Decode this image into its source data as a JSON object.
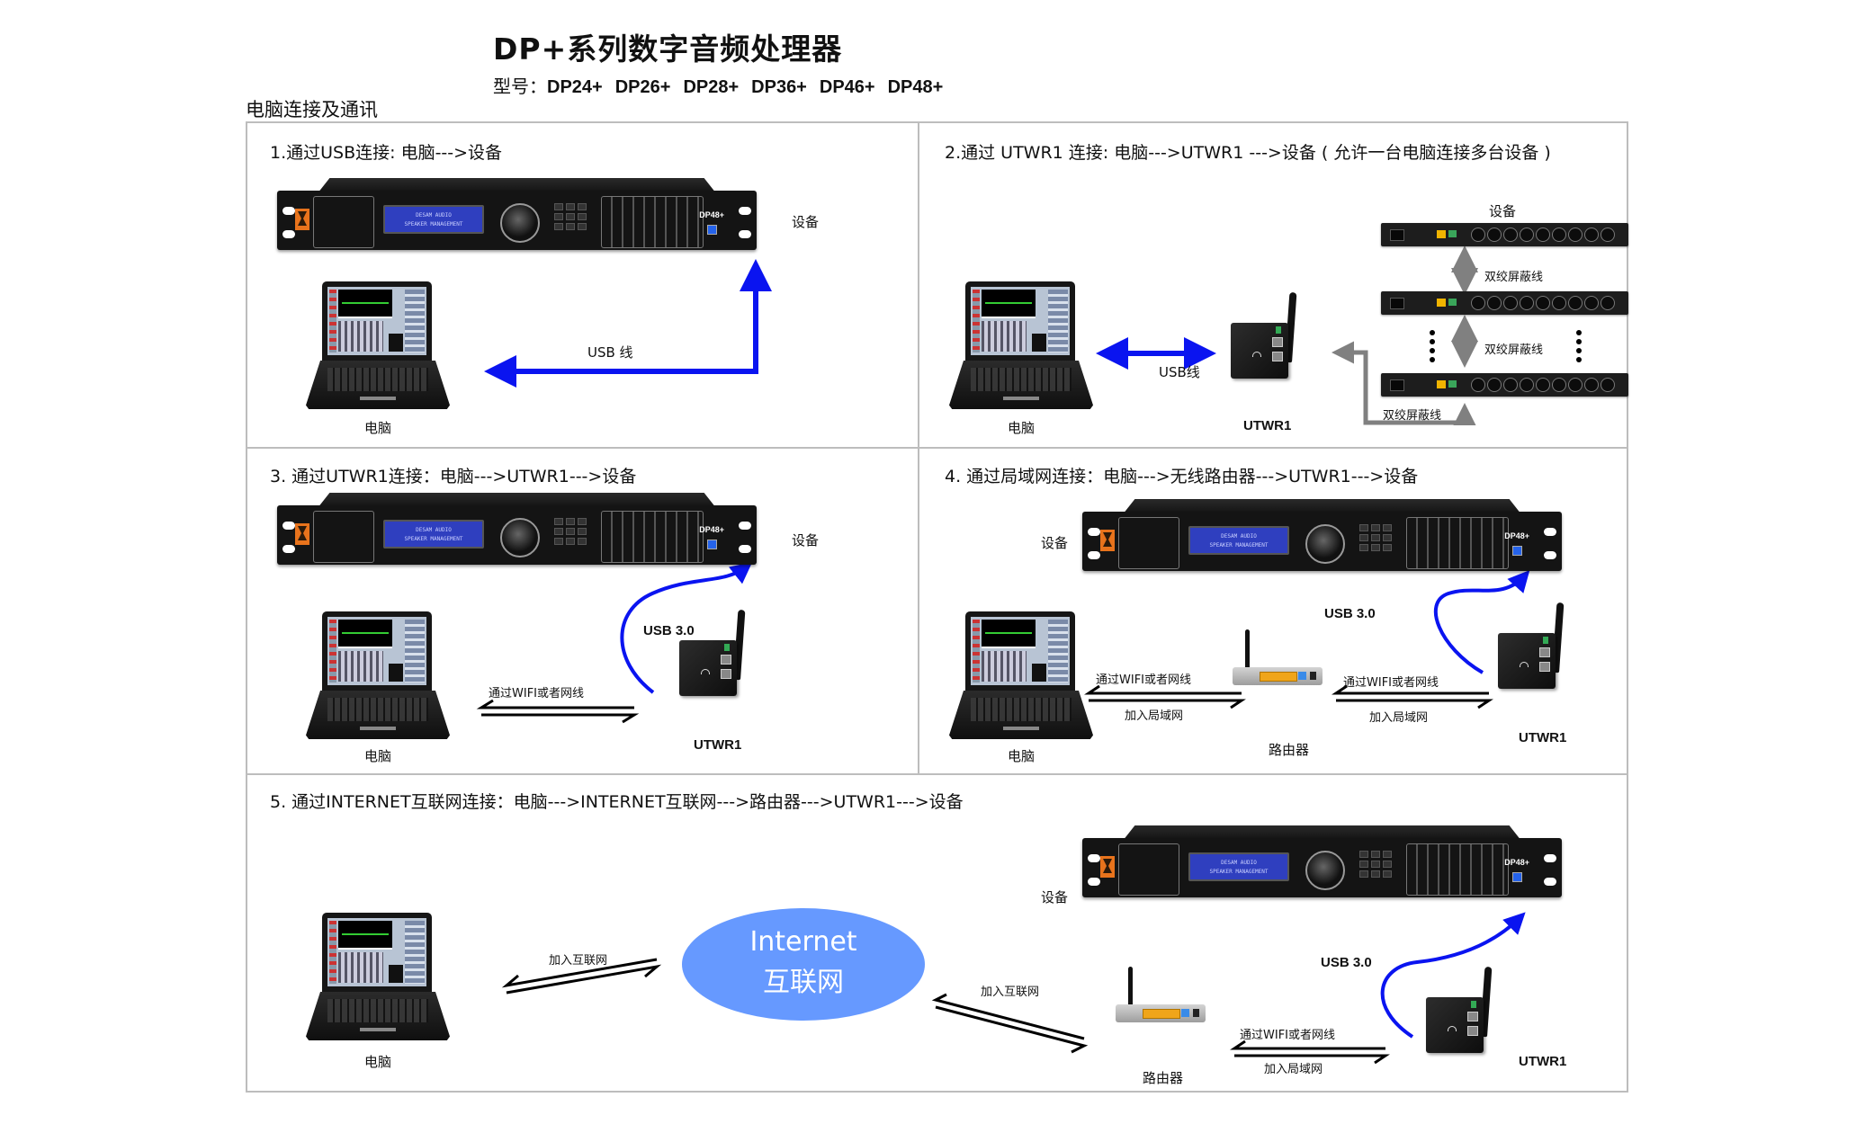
{
  "header": {
    "title": "DP+系列数字音频处理器",
    "models_label": "型号：",
    "models": [
      "DP24+",
      "DP26+",
      "DP28+",
      "DP36+",
      "DP46+",
      "DP48+"
    ]
  },
  "section_heading": "电脑连接及通讯",
  "device_panel": {
    "lcd_line1": "DESAM AUDIO",
    "lcd_line2": "SPEAKER MANAGEMENT",
    "model": "DP48+"
  },
  "colors": {
    "usb_arrow": "#0a14f0",
    "shield_cable_arrow": "#808080",
    "internet_cloud": "#6699ff",
    "frame_border": "#bdbdbd"
  },
  "sections": [
    {
      "title": "1.通过USB连接:  电脑--->设备",
      "device_label": "设备",
      "computer_label": "电脑",
      "cable_label": "USB 线"
    },
    {
      "title": "2.通过 UTWR1 连接:  电脑--->UTWR1 --->设备 ( 允许一台电脑连接多台设备 )",
      "device_label": "设备",
      "computer_label": "电脑",
      "cable_label": "USB线",
      "utwr_label": "UTWR1",
      "shield_labels": [
        "双绞屏蔽线",
        "双绞屏蔽线",
        "双绞屏蔽线"
      ]
    },
    {
      "title": "3. 通过UTWR1连接：电脑--->UTWR1--->设备",
      "device_label": "设备",
      "computer_label": "电脑",
      "usb_label": "USB 3.0",
      "link_label": "通过WIFI或者网线",
      "utwr_label": "UTWR1"
    },
    {
      "title": "4. 通过局域网连接：电脑--->无线路由器--->UTWR1--->设备",
      "device_label": "设备",
      "computer_label": "电脑",
      "usb_label": "USB 3.0",
      "left_link_top": "通过WIFI或者网线",
      "left_link_bottom": "加入局域网",
      "right_link_top": "通过WIFI或者网线",
      "right_link_bottom": "加入局域网",
      "router_label": "路由器",
      "utwr_label": "UTWR1"
    },
    {
      "title": "5. 通过INTERNET互联网连接：电脑--->INTERNET互联网--->路由器--->UTWR1--->设备",
      "device_label": "设备",
      "computer_label": "电脑",
      "join_internet_left": "加入互联网",
      "join_internet_right": "加入互联网",
      "cloud_line1": "Internet",
      "cloud_line2": "互联网",
      "usb_label": "USB 3.0",
      "link_top": "通过WIFI或者网线",
      "link_bottom": "加入局域网",
      "router_label": "路由器",
      "utwr_label": "UTWR1"
    }
  ]
}
